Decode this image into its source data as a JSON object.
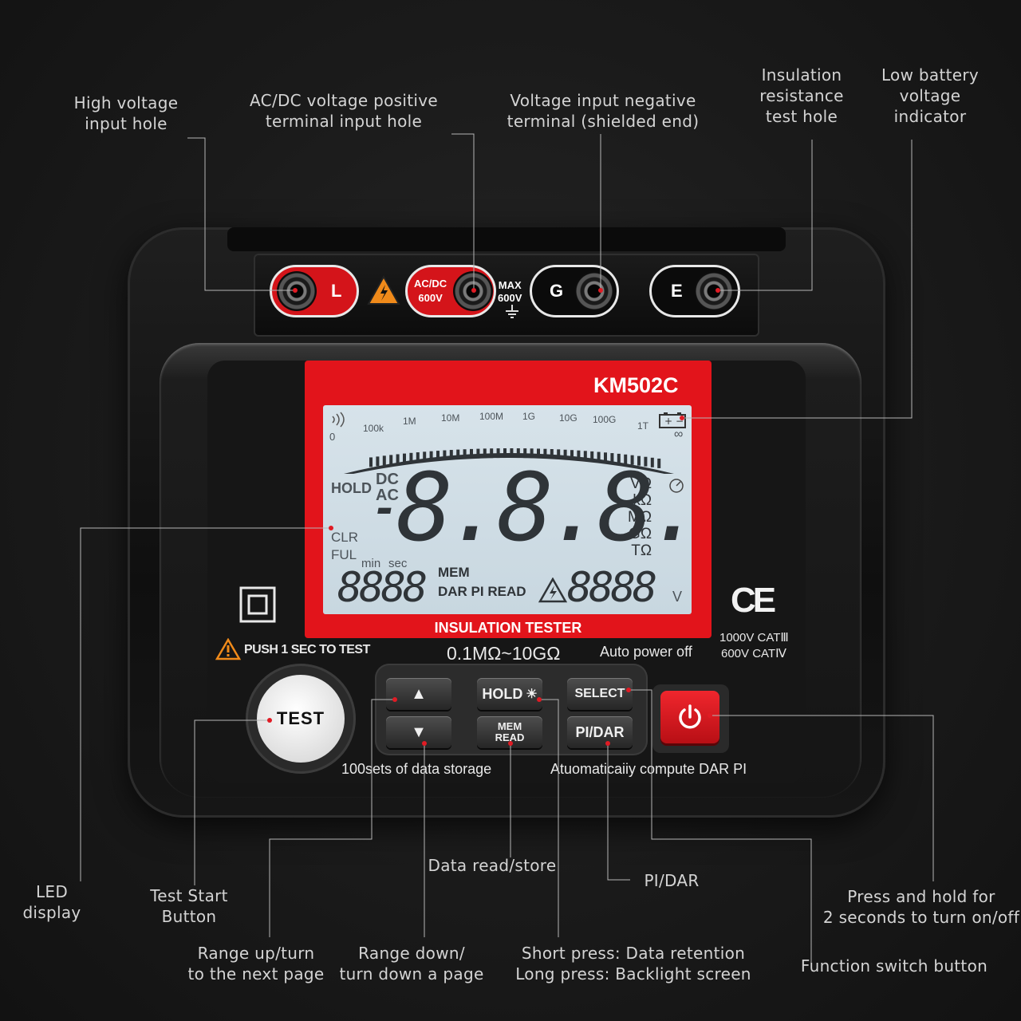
{
  "callouts": {
    "high_voltage": "High voltage\ninput hole",
    "acdc_positive": "AC/DC voltage positive\nterminal input hole",
    "voltage_negative": "Voltage input negative\nterminal (shielded end)",
    "insulation_test_hole": "Insulation\nresistance\ntest hole",
    "low_battery": "Low battery\nvoltage\nindicator",
    "led_display": "LED\ndisplay",
    "test_start": "Test Start\nButton",
    "range_up": "Range up/turn\nto the next page",
    "range_down": "Range down/\nturn down a page",
    "data_read_store": "Data read/store",
    "short_long_press": "Short press: Data retention\nLong press: Backlight screen",
    "pi_dar": "PI/DAR",
    "press_hold": "Press and hold for\n2 seconds to turn on/off",
    "function_switch": "Function switch button"
  },
  "device": {
    "model": "KM502C",
    "title_band": "INSULATION TESTER",
    "jacks": {
      "l_label": "L",
      "acdc_line1": "AC/DC",
      "acdc_line2": "600V",
      "max_line1": "MAX",
      "max_line2": "600V",
      "g_label": "G",
      "e_label": "E"
    },
    "lcd": {
      "scale_ticks": [
        "100k",
        "1M",
        "10M",
        "100M",
        "1G",
        "10G",
        "100G",
        "1T"
      ],
      "zero": "0",
      "infinity": "∞",
      "hold": "HOLD",
      "dc": "DC",
      "ac": "AC",
      "minus": "-",
      "main_digits": "8.8.8.8",
      "units": [
        "VΩ",
        "kΩ",
        "MΩ",
        "GΩ",
        "TΩ"
      ],
      "clr": "CLR",
      "ful": "FUL",
      "min": "min",
      "sec": "sec",
      "small_digits": "8888",
      "mem": "MEM",
      "dar_pi_read": "DAR PI READ",
      "voltage_digits": "8888",
      "volt_unit": "V"
    },
    "push_text": "PUSH 1 SEC TO TEST",
    "range": "0.1MΩ~10GΩ",
    "auto_off": "Auto power off",
    "cat1": "1000V CATⅢ",
    "cat2": "600V CATⅣ",
    "ce": "CE",
    "test_button": "TEST",
    "keys": {
      "up": "▲",
      "down": "▼",
      "hold": "HOLD",
      "sun": "☀",
      "mem_line1": "MEM",
      "mem_line2": "READ",
      "select": "SELECT",
      "pidar": "PI/DAR"
    },
    "storage_text": "100sets of data storage",
    "auto_compute_text": "Atuomaticaiiy compute DAR PI"
  },
  "colors": {
    "accent_red": "#e2141b",
    "lcd_bg": "#cfdde6",
    "callout_text": "#d4d4d4"
  }
}
